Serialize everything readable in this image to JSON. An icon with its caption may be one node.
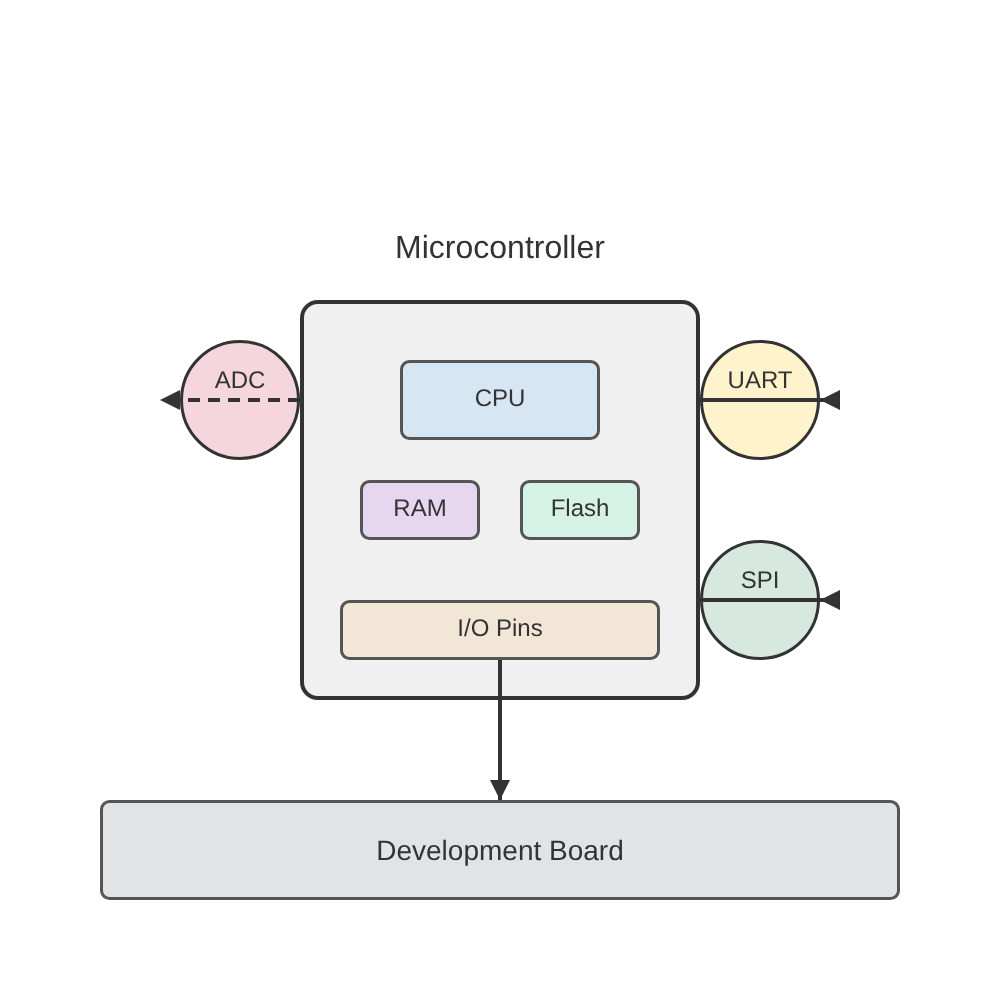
{
  "diagram": {
    "nodes": [
      {
        "text": [
          "Microcontroller"
        ]
      },
      {
        "text": [
          "CPU"
        ],
        "in": 0
      },
      {
        "text": [
          "RAM"
        ],
        "in": 0
      },
      {
        "text": [
          "Flash"
        ],
        "in": 0
      },
      {
        "text": [
          "I/O Pins"
        ],
        "in": 0
      },
      {
        "text": [
          "ADC"
        ]
      },
      {
        "text": [
          "UART"
        ]
      },
      {
        "text": [
          "SPI"
        ]
      },
      {
        "text": [
          "Development Board"
        ]
      }
    ],
    "edges": [
      {
        "from": 0,
        "to": 5,
        "arrow": "to",
        "style": "dashed"
      },
      {
        "from": 0,
        "to": 6,
        "arrow": "to"
      },
      {
        "from": 0,
        "to": 7,
        "arrow": "to"
      },
      {
        "from": 4,
        "to": 8,
        "arrow": "to"
      }
    ]
  }
}
